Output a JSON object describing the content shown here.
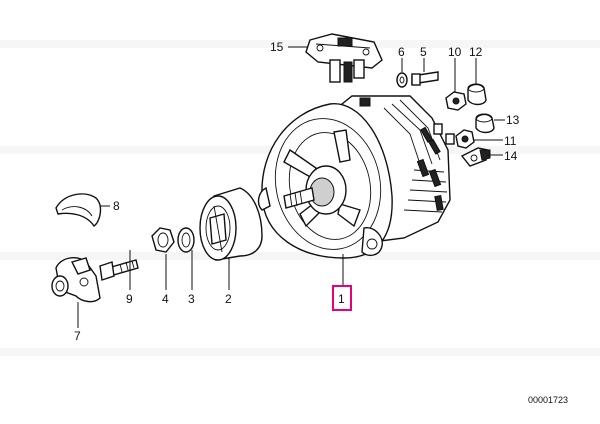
{
  "diagram": {
    "callouts": {
      "p1": "1",
      "p2": "2",
      "p3": "3",
      "p4": "4",
      "p5": "5",
      "p6": "6",
      "p7": "7",
      "p8": "8",
      "p9": "9",
      "p10": "10",
      "p11": "11",
      "p12": "12",
      "p13": "13",
      "p14": "14",
      "p15": "15"
    },
    "highlight_color": "#e6007e",
    "diagram_number": "00001723"
  }
}
